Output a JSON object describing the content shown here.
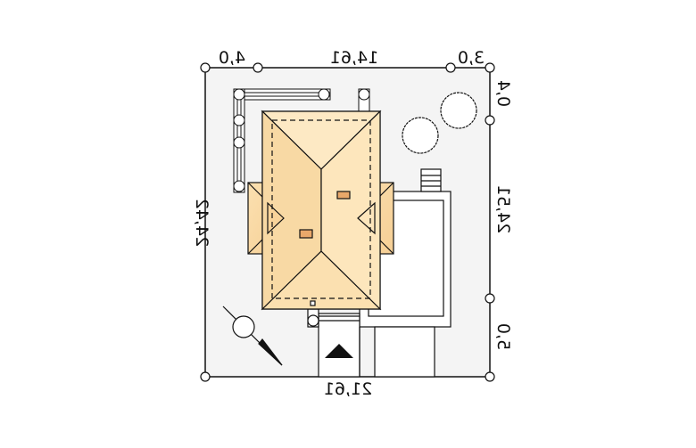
{
  "dimensions": {
    "top_left": "4,0",
    "top_middle": "14,61",
    "top_right": "3,0",
    "left": "24,42",
    "right_top": "0,4",
    "right_middle": "24,51",
    "right_bottom": "5,0",
    "bottom": "21,61"
  },
  "colors": {
    "lot": "#f4f4f4",
    "roof_light": "#fde9c4",
    "roof_dark": "#f8d39a",
    "line": "#111111"
  }
}
